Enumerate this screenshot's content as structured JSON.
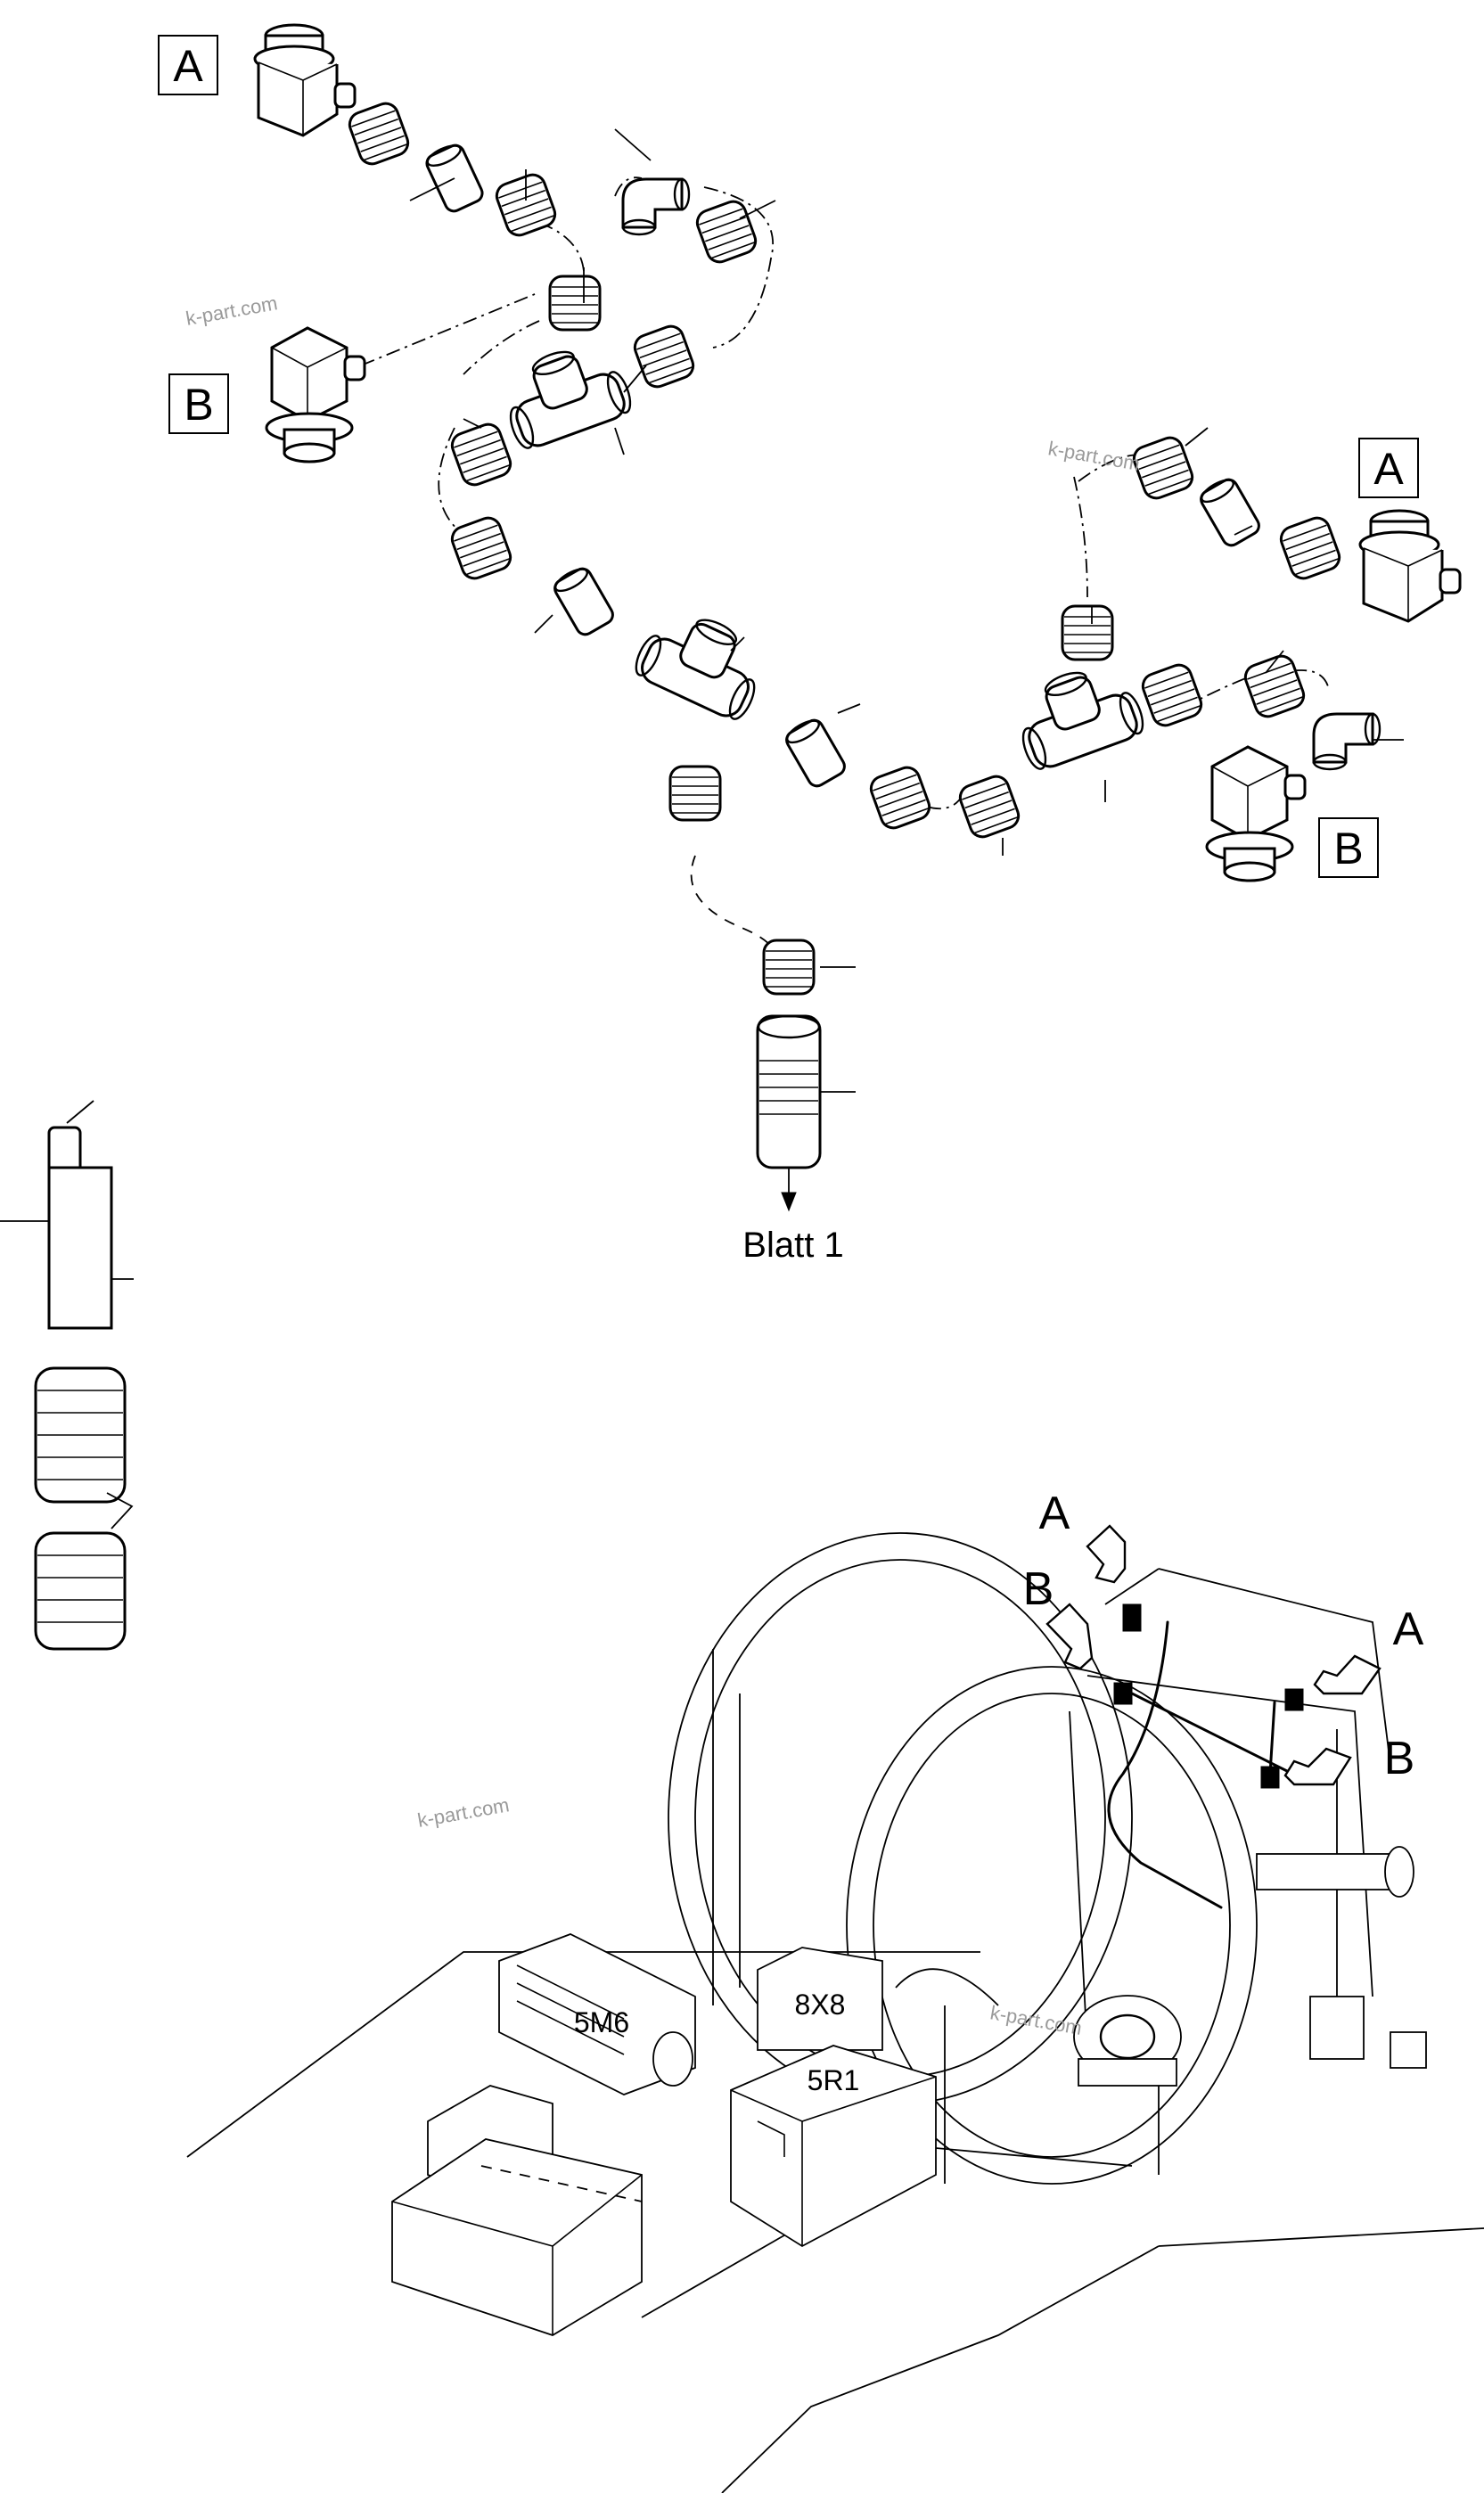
{
  "labels": {
    "ref_a": "A",
    "ref_b": "B",
    "sheet_ref": "Blatt 1"
  },
  "components": {
    "motor": "5M6",
    "connector": "8X8",
    "relay": "5R1"
  },
  "watermarks": [
    "k-part.com",
    "k-part.com",
    "k-part.com",
    "k-part.com"
  ]
}
